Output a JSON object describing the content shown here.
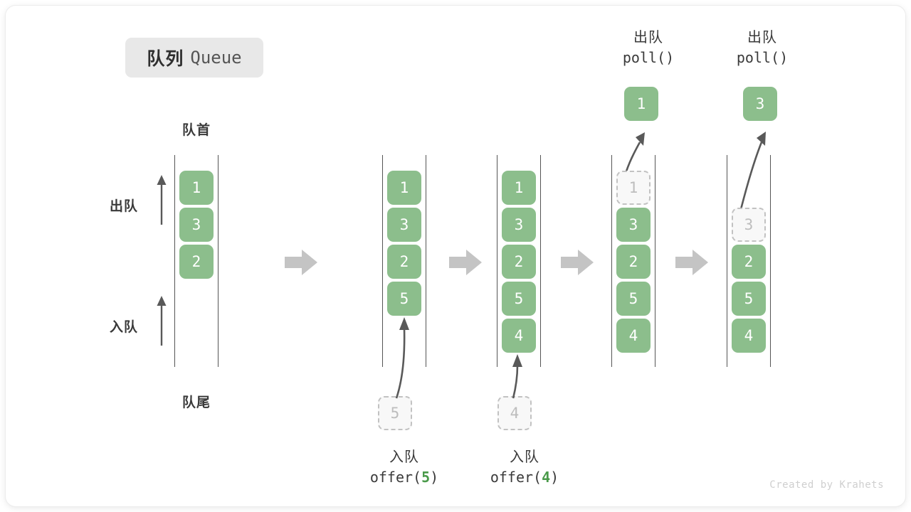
{
  "title": {
    "cn": "队列",
    "en": "Queue"
  },
  "labels": {
    "head": "队首",
    "tail": "队尾",
    "dequeue_side": "出队",
    "enqueue_side": "入队"
  },
  "colors": {
    "element": "#8cbe8c",
    "ghost_fill": "#f8f8f8",
    "ghost_border": "#c2c2c2",
    "arrow": "#595959",
    "flow_arrow": "#c4c4c4",
    "text": "#3a3a3a",
    "badge_bg": "#e8e8e8",
    "accent_arg": "#4a9a4a"
  },
  "watermark": "Created by Krahets",
  "steps": [
    {
      "id": "initial",
      "top_label": null,
      "bottom_label": null,
      "slots": [
        {
          "value": "1",
          "state": "filled"
        },
        {
          "value": "3",
          "state": "filled"
        },
        {
          "value": "2",
          "state": "filled"
        },
        {
          "value": "",
          "state": "empty"
        },
        {
          "value": "",
          "state": "empty"
        }
      ],
      "popped": null,
      "incoming": null
    },
    {
      "id": "offer-5",
      "top_label": null,
      "bottom_label": {
        "cn": "入队",
        "fn": "offer(",
        "arg": "5",
        "close": ")"
      },
      "slots": [
        {
          "value": "1",
          "state": "filled"
        },
        {
          "value": "3",
          "state": "filled"
        },
        {
          "value": "2",
          "state": "filled"
        },
        {
          "value": "5",
          "state": "filled"
        },
        {
          "value": "",
          "state": "empty"
        }
      ],
      "popped": null,
      "incoming": {
        "value": "5",
        "state": "ghost"
      }
    },
    {
      "id": "offer-4",
      "top_label": null,
      "bottom_label": {
        "cn": "入队",
        "fn": "offer(",
        "arg": "4",
        "close": ")"
      },
      "slots": [
        {
          "value": "1",
          "state": "filled"
        },
        {
          "value": "3",
          "state": "filled"
        },
        {
          "value": "2",
          "state": "filled"
        },
        {
          "value": "5",
          "state": "filled"
        },
        {
          "value": "4",
          "state": "filled"
        }
      ],
      "popped": null,
      "incoming": {
        "value": "4",
        "state": "ghost"
      }
    },
    {
      "id": "poll-1",
      "top_label": {
        "cn": "出队",
        "fn": "poll()"
      },
      "bottom_label": null,
      "slots": [
        {
          "value": "1",
          "state": "ghost"
        },
        {
          "value": "3",
          "state": "filled"
        },
        {
          "value": "2",
          "state": "filled"
        },
        {
          "value": "5",
          "state": "filled"
        },
        {
          "value": "4",
          "state": "filled"
        }
      ],
      "popped": {
        "value": "1"
      },
      "incoming": null
    },
    {
      "id": "poll-3",
      "top_label": {
        "cn": "出队",
        "fn": "poll()"
      },
      "bottom_label": null,
      "slots": [
        {
          "value": "",
          "state": "empty"
        },
        {
          "value": "3",
          "state": "ghost"
        },
        {
          "value": "2",
          "state": "filled"
        },
        {
          "value": "5",
          "state": "filled"
        },
        {
          "value": "4",
          "state": "filled"
        }
      ],
      "popped": {
        "value": "3"
      },
      "incoming": null
    }
  ]
}
